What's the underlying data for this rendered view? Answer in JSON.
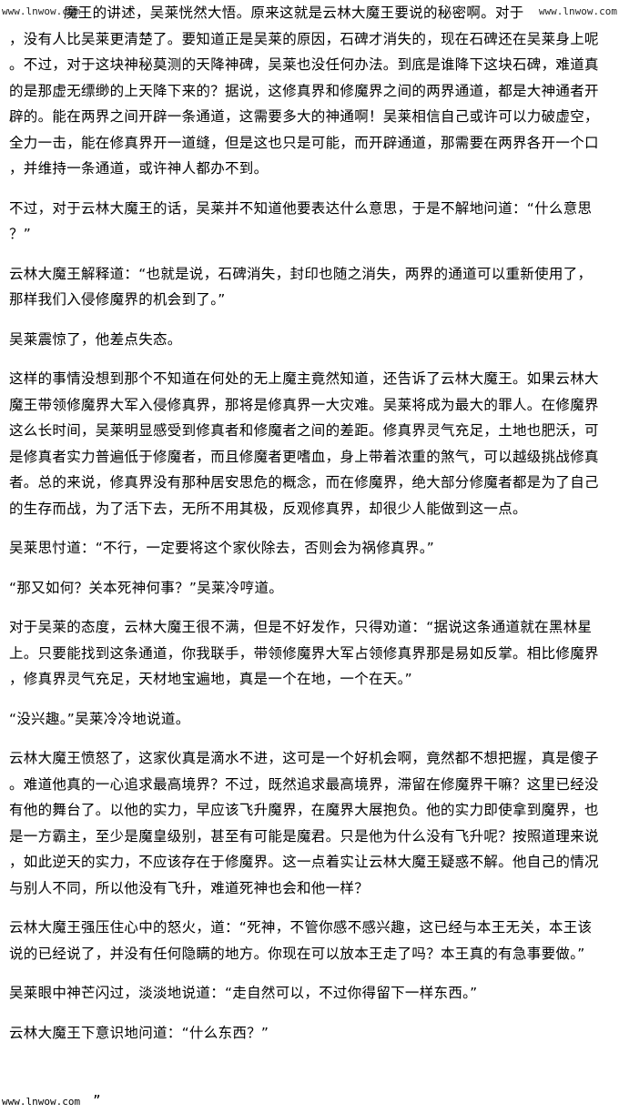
{
  "watermark": "www.lnwow.com",
  "paragraphs": [
    [
      "魔王的讲述，吴莱恍然大悟。原来这就是云林大魔王要说的秘密啊。对于",
      "，没有人比吴莱更清楚了。要知道正是吴莱的原因，石碑才消失的，现在石碑还在吴莱身上呢",
      "。不过，对于这块神秘莫测的天降神碑，吴莱也没任何办法。到底是谁降下这块石碑，难道真",
      "的是那虚无缥缈的上天降下来的？据说，这修真界和修魔界之间的两界通道，都是大神通者开",
      "辟的。能在两界之间开辟一条通道，这需要多大的神通啊！吴莱相信自己或许可以力破虚空，",
      "全力一击，能在修真界开一道缝，但是这也只是可能，而开辟通道，那需要在两界各开一个口",
      "，并维持一条通道，或许神人都办不到。"
    ],
    [
      "不过，对于云林大魔王的话，吴莱并不知道他要表达什么意思，于是不解地问道：“什么意思",
      "？”"
    ],
    [
      "云林大魔王解释道：“也就是说，石碑消失，封印也随之消失，两界的通道可以重新使用了，",
      "那样我们入侵修魔界的机会到了。”"
    ],
    [
      "吴莱震惊了，他差点失态。"
    ],
    [
      "这样的事情没想到那个不知道在何处的无上魔主竟然知道，还告诉了云林大魔王。如果云林大",
      "魔王带领修魔界大军入侵修真界，那将是修真界一大灾难。吴莱将成为最大的罪人。在修魔界",
      "这么长时间，吴莱明显感受到修真者和修魔者之间的差距。修真界灵气充足，土地也肥沃，可",
      "是修真者实力普遍低于修魔者，而且修魔者更嗜血，身上带着浓重的煞气，可以越级挑战修真",
      "者。总的来说，修真界没有那种居安思危的概念，而在修魔界，绝大部分修魔者都是为了自己",
      "的生存而战，为了活下去，无所不用其极，反观修真界，却很少人能做到这一点。"
    ],
    [
      "吴莱思忖道：“不行，一定要将这个家伙除去，否则会为祸修真界。”"
    ],
    [
      "“那又如何？关本死神何事？”吴莱冷哼道。"
    ],
    [
      "对于吴莱的态度，云林大魔王很不满，但是不好发作，只得劝道：“据说这条通道就在黑林星",
      "上。只要能找到这条通道，你我联手，带领修魔界大军占领修真界那是易如反掌。相比修魔界",
      "，修真界灵气充足，天材地宝遍地，真是一个在地，一个在天。”"
    ],
    [
      "“没兴趣。”吴莱冷冷地说道。"
    ],
    [
      "云林大魔王愤怒了，这家伙真是滴水不进，这可是一个好机会啊，竟然都不想把握，真是傻子",
      "。难道他真的一心追求最高境界？不过，既然追求最高境界，滞留在修魔界干嘛？这里已经没",
      "有他的舞台了。以他的实力，早应该飞升魔界，在魔界大展抱负。他的实力即使拿到魔界，也",
      "是一方霸主，至少是魔皇级别，甚至有可能是魔君。只是他为什么没有飞升呢？按照道理来说",
      "，如此逆天的实力，不应该存在于修魔界。这一点着实让云林大魔王疑惑不解。他自己的情况",
      "与别人不同，所以他没有飞升，难道死神也会和他一样？"
    ],
    [
      "云林大魔王强压住心中的怒火，道：“死神，不管你感不感兴趣，这已经与本王无关，本王该",
      "说的已经说了，并没有任何隐瞒的地方。你现在可以放本王走了吗？本王真的有急事要做。”"
    ],
    [
      "吴莱眼中神芒闪过，淡淡地说道：“走自然可以，不过你得留下一样东西。”"
    ],
    [
      "云林大魔王下意识地问道：“什么东西？”"
    ]
  ],
  "footer": {
    "watermark": "www.lnwow.com",
    "trailing": "”"
  }
}
